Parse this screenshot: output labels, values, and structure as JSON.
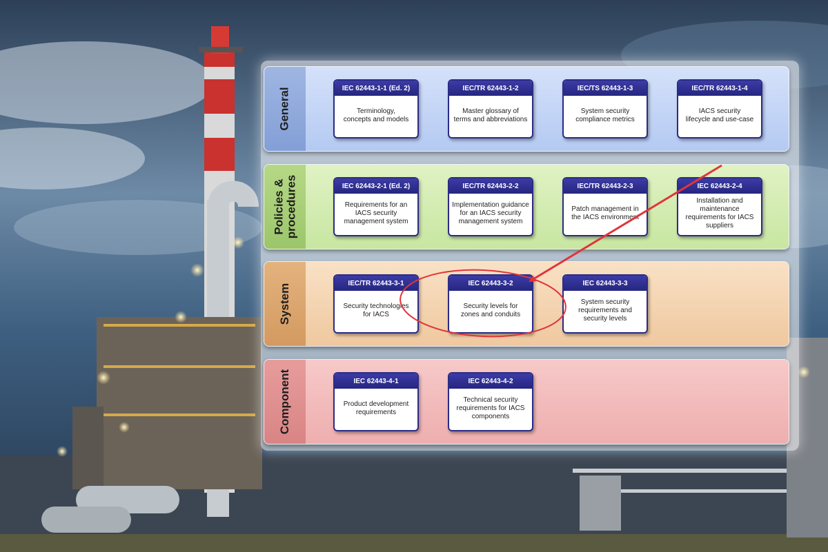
{
  "colors": {
    "card_header": "#2b2b86",
    "annotation": "#e0353a",
    "general": "#b4caf2",
    "policies": "#c8e6a1",
    "system": "#efc89f",
    "component": "#eeaeae"
  },
  "bands": [
    {
      "label": "General",
      "cards": [
        {
          "id": "IEC 62443-1-1 (Ed. 2)",
          "text": "Terminology,\nconcepts and models"
        },
        {
          "id": "IEC/TR 62443-1-2",
          "text": "Master glossary of\nterms and abbreviations"
        },
        {
          "id": "IEC/TS 62443-1-3",
          "text": "System security\ncompliance metrics"
        },
        {
          "id": "IEC/TR 62443-1-4",
          "text": "IACS security\nlifecycle and use-case"
        }
      ]
    },
    {
      "label": "Policies &\nprocedures",
      "cards": [
        {
          "id": "IEC 62443-2-1 (Ed. 2)",
          "text": "Requirements for an\nIACS security\nmanagement system"
        },
        {
          "id": "IEC/TR 62443-2-2",
          "text": "Implementation guidance\nfor an IACS security\nmanagement system"
        },
        {
          "id": "IEC/TR 62443-2-3",
          "text": "Patch management in\nthe IACS environment"
        },
        {
          "id": "IEC 62443-2-4",
          "text": "Installation and\nmaintenance\nrequirements for IACS\nsuppliers"
        }
      ]
    },
    {
      "label": "System",
      "cards": [
        {
          "id": "IEC/TR 62443-3-1",
          "text": "Security technologies\nfor IACS"
        },
        {
          "id": "IEC 62443-3-2",
          "text": "Security levels for\nzones and conduits"
        },
        {
          "id": "IEC 62443-3-3",
          "text": "System security\nrequirements and\nsecurity levels"
        }
      ]
    },
    {
      "label": "Component",
      "cards": [
        {
          "id": "IEC 62443-4-1",
          "text": "Product development\nrequirements"
        },
        {
          "id": "IEC 62443-4-2",
          "text": "Technical security\nrequirements for IACS\ncomponents"
        }
      ]
    }
  ]
}
